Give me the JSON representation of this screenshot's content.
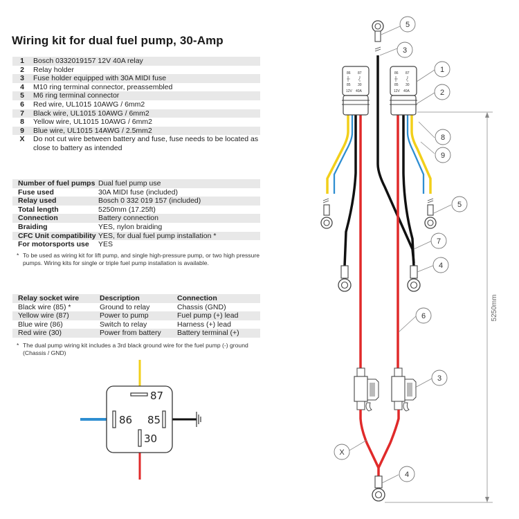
{
  "title": "Wiring kit for dual fuel pump, 30-Amp",
  "parts": [
    {
      "num": "1",
      "text": "Bosch 0332019157 12V 40A relay"
    },
    {
      "num": "2",
      "text": "Relay holder"
    },
    {
      "num": "3",
      "text": "Fuse holder equipped with 30A MIDI fuse"
    },
    {
      "num": "4",
      "text": "M10 ring terminal connector, preassembled"
    },
    {
      "num": "5",
      "text": "M6 ring terminal connector"
    },
    {
      "num": "6",
      "text": "Red wire, UL1015 10AWG / 6mm2"
    },
    {
      "num": "7",
      "text": "Black wire, UL1015 10AWG / 6mm2"
    },
    {
      "num": "8",
      "text": "Yellow wire, UL1015 10AWG / 6mm2"
    },
    {
      "num": "9",
      "text": "Blue wire, UL1015 14AWG / 2.5mm2"
    },
    {
      "num": "X",
      "text": "Do not cut wire between battery and fuse, fuse needs to be located as close to battery as intended"
    }
  ],
  "specs": [
    {
      "key": "Number of fuel pumps",
      "value": "Dual fuel pump use"
    },
    {
      "key": "Fuse used",
      "value": "30A MIDI fuse (included)"
    },
    {
      "key": "Relay used",
      "value": "Bosch 0 332 019 157 (included)"
    },
    {
      "key": "Total length",
      "value": "5250mm (17.25ft)"
    },
    {
      "key": "Connection",
      "value": "Battery connection"
    },
    {
      "key": "Braiding",
      "value": "YES, nylon braiding"
    },
    {
      "key": "CFC Unit compatibility",
      "value": "YES, for dual fuel pump installation *"
    },
    {
      "key": "For motorsports use",
      "value": "YES"
    }
  ],
  "spec_note": {
    "star": "*",
    "text": "To be used as wiring kit for lift pump, and single high-pressure pump, or two high pressure pumps. Wiring kits for single or triple fuel pump installation is available."
  },
  "socket_table": {
    "headers": [
      "Relay socket wire",
      "Description",
      "Connection"
    ],
    "rows": [
      [
        "Black wire (85) *",
        "Ground to relay",
        "Chassis (GND)"
      ],
      [
        "Yellow wire (87)",
        "Power to pump",
        "Fuel pump (+) lead"
      ],
      [
        "Blue wire (86)",
        "Switch to relay",
        "Harness (+) lead"
      ],
      [
        "Red wire (30)",
        "Power from battery",
        "Battery terminal (+)"
      ]
    ]
  },
  "socket_note": {
    "star": "*",
    "text": "The dual pump wiring kit includes a 3rd black ground wire for the fuel pump (-) ground (Chassis / GND)"
  },
  "relay_pinout": {
    "pins": {
      "p87": "87",
      "p86": "86",
      "p85": "85",
      "p30": "30"
    },
    "wire_colors": {
      "p87": "#f2cf1a",
      "p86": "#2e8ed1",
      "p85": "#111111",
      "p30": "#e02a2a"
    }
  },
  "harness": {
    "callouts": {
      "c1": "1",
      "c2": "2",
      "c3a": "3",
      "c3b": "3",
      "c4a": "4",
      "c4b": "4",
      "c5a": "5",
      "c5b": "5",
      "c6": "6",
      "c7": "7",
      "c8": "8",
      "c9": "9",
      "cx": "X"
    },
    "relay_face": {
      "p86": "86",
      "p87": "87",
      "p85": "85",
      "p30": "30",
      "volt": "12V",
      "amp": "40A"
    },
    "dimension": "5250mm"
  }
}
